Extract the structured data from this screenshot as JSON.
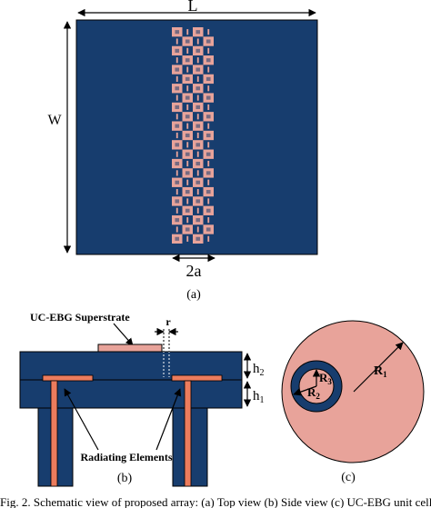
{
  "colors": {
    "substrate": "#173d6e",
    "patch": "#e8a39a",
    "radiator": "#ec7c5d",
    "outline": "#000000",
    "background": "#ffffff"
  },
  "panel_a": {
    "dim_length": "L",
    "dim_width": "W",
    "dim_strip": "2a",
    "caption": "(a)",
    "grid_cols": 4,
    "grid_rows": 23
  },
  "panel_b": {
    "superstrate_label": "UC-EBG Superstrate",
    "gap_label": "r",
    "h2_base": "h",
    "h2_sub": "2",
    "h1_base": "h",
    "h1_sub": "1",
    "radiating_label": "Radiating Elements",
    "caption": "(b)"
  },
  "panel_c": {
    "r1_base": "R",
    "r1_sub": "1",
    "r2_base": "R",
    "r2_sub": "2",
    "r3_base": "R",
    "r3_sub": "3",
    "caption": "(c)"
  },
  "figure_caption": "Fig. 2. Schematic view of proposed array: (a) Top view (b) Side view (c) UC-EBG unit cell"
}
